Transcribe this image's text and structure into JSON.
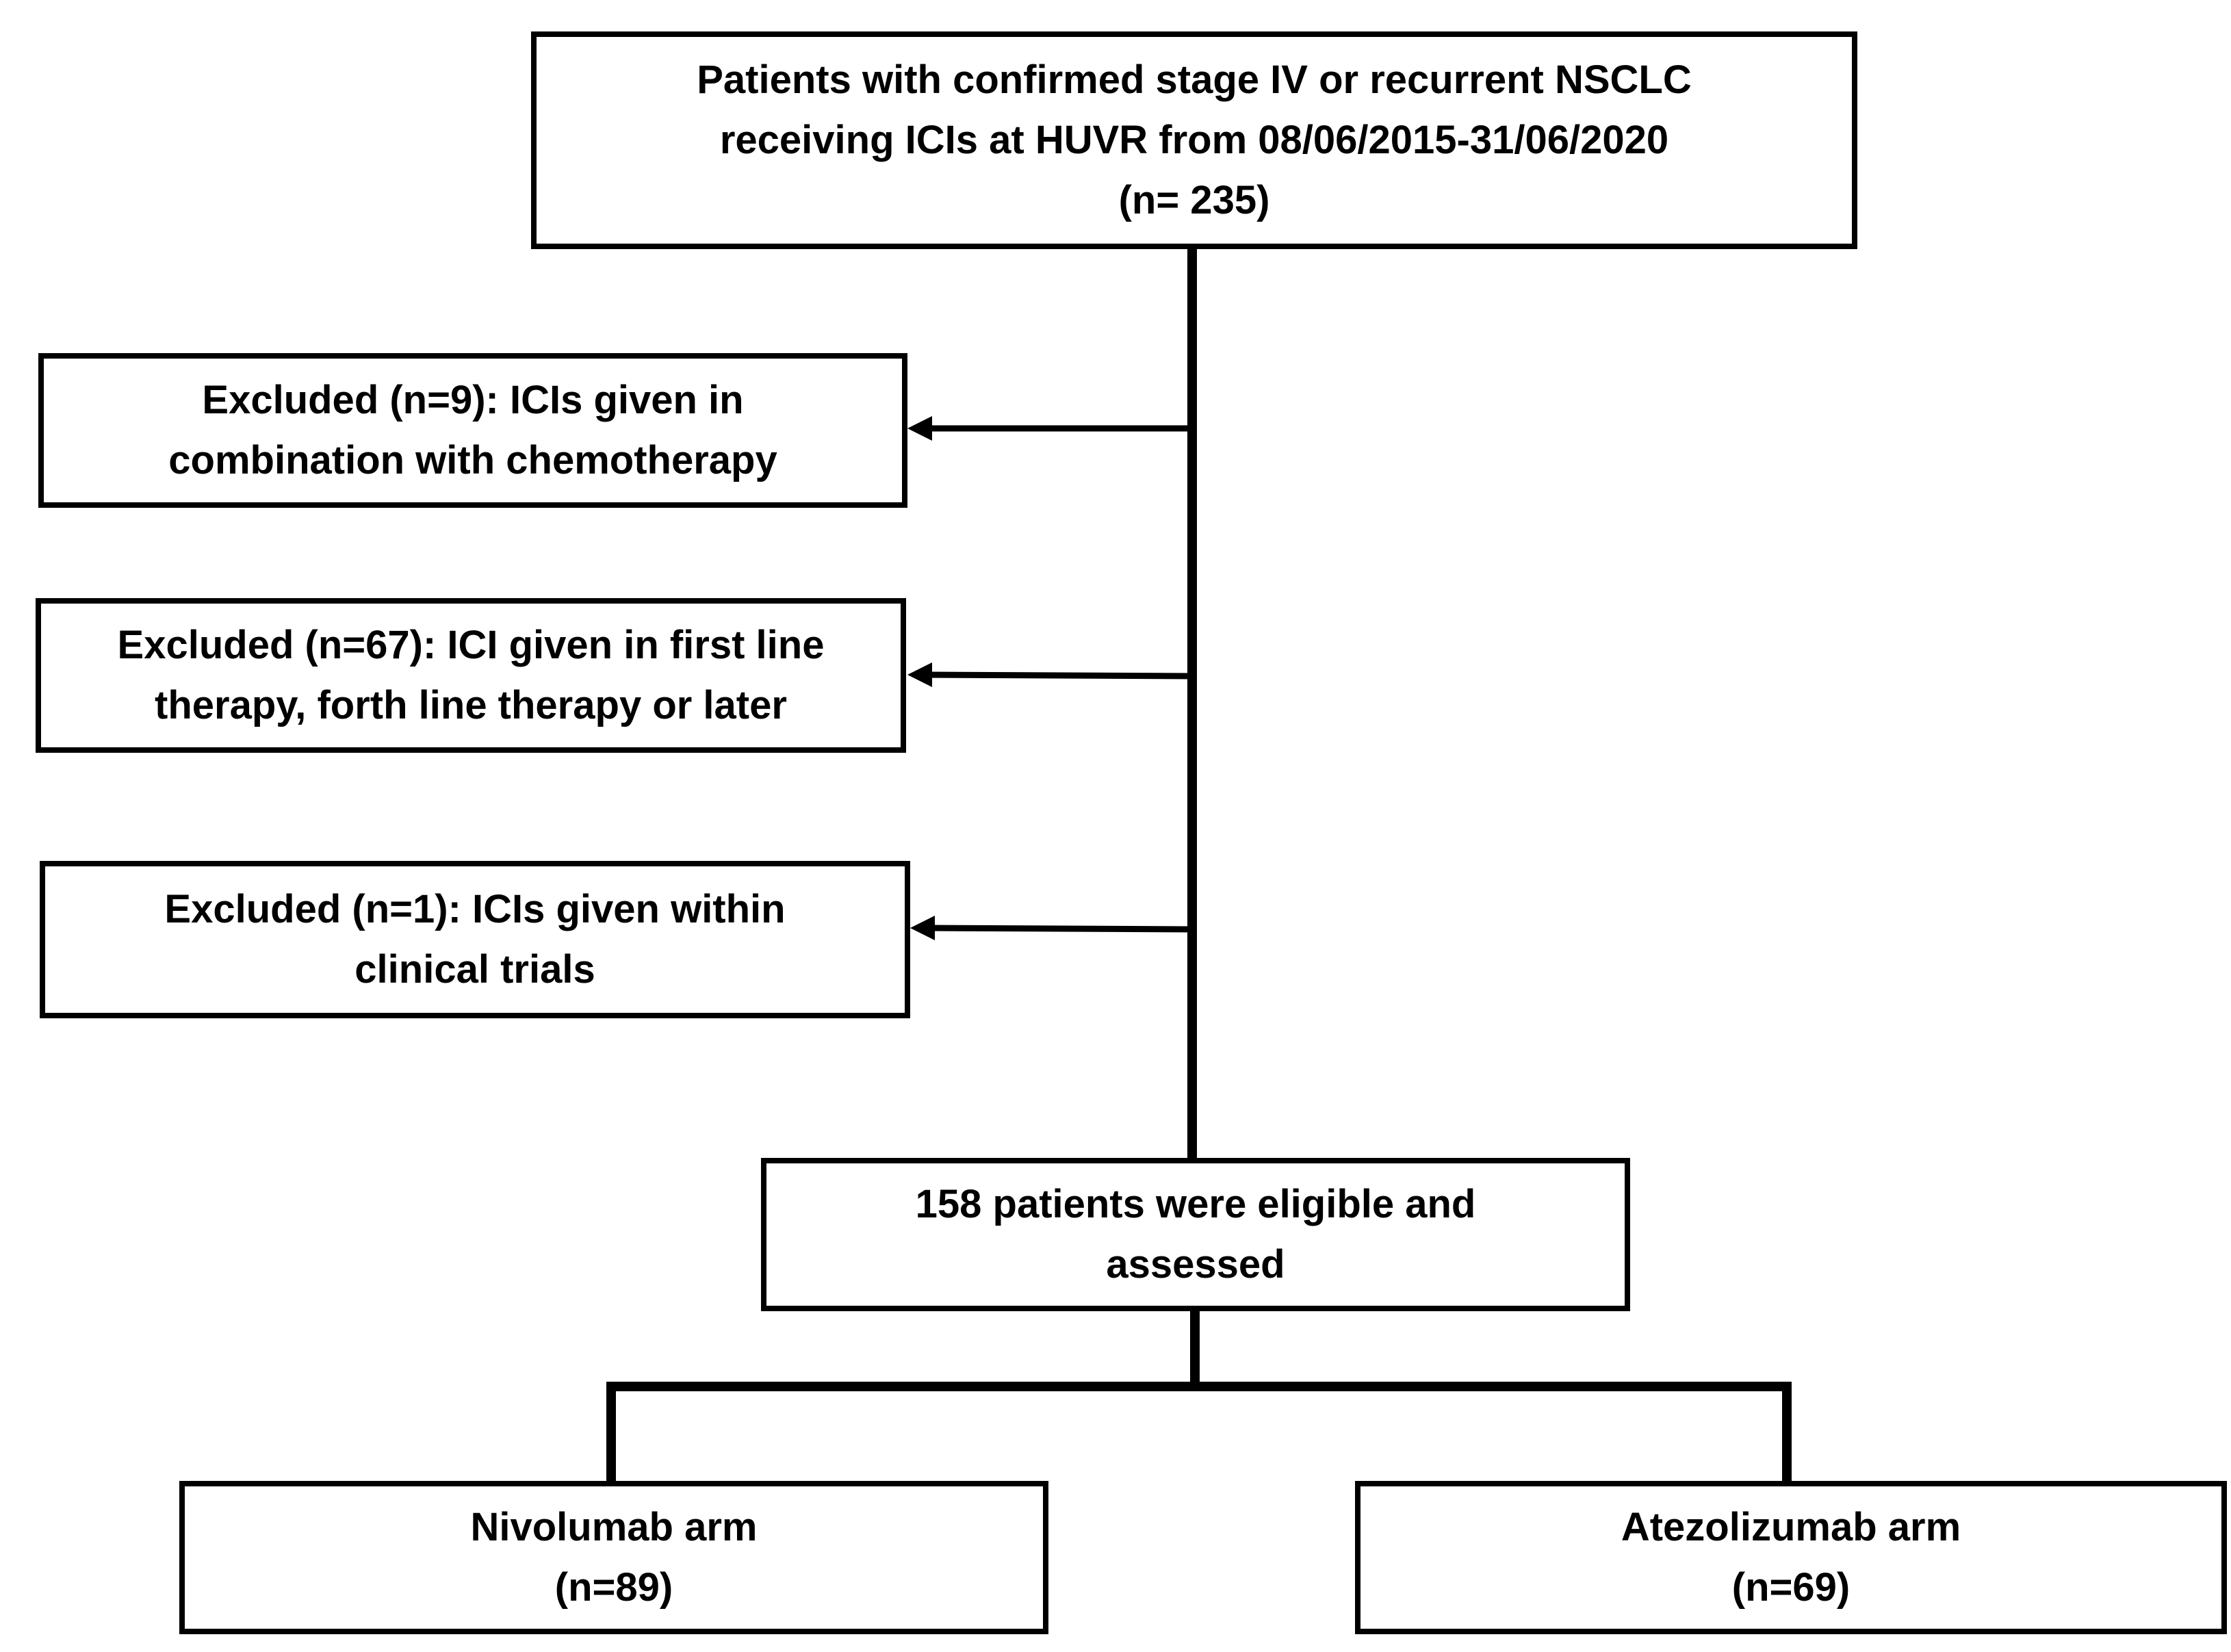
{
  "flowchart": {
    "top_box": {
      "line1": "Patients with confirmed stage IV or recurrent NSCLC",
      "line2": "receiving ICIs at HUVR from 08/06/2015-31/06/2020",
      "line3": "(n= 235)"
    },
    "excluded_1": {
      "line1": "Excluded (n=9): ICIs given  in",
      "line2": "combination with chemotherapy"
    },
    "excluded_2": {
      "line1": "Excluded (n=67): ICI given in first line",
      "line2": "therapy, forth line therapy or later"
    },
    "excluded_3": {
      "line1": "Excluded (n=1): ICIs given  within",
      "line2": "clinical trials"
    },
    "eligible_box": {
      "line1": "158 patients were eligible and",
      "line2": "assessed"
    },
    "nivolumab_box": {
      "line1": "Nivolumab arm",
      "line2": "(n=89)"
    },
    "atezolizumab_box": {
      "line1": "Atezolizumab arm",
      "line2": "(n=69)"
    }
  }
}
